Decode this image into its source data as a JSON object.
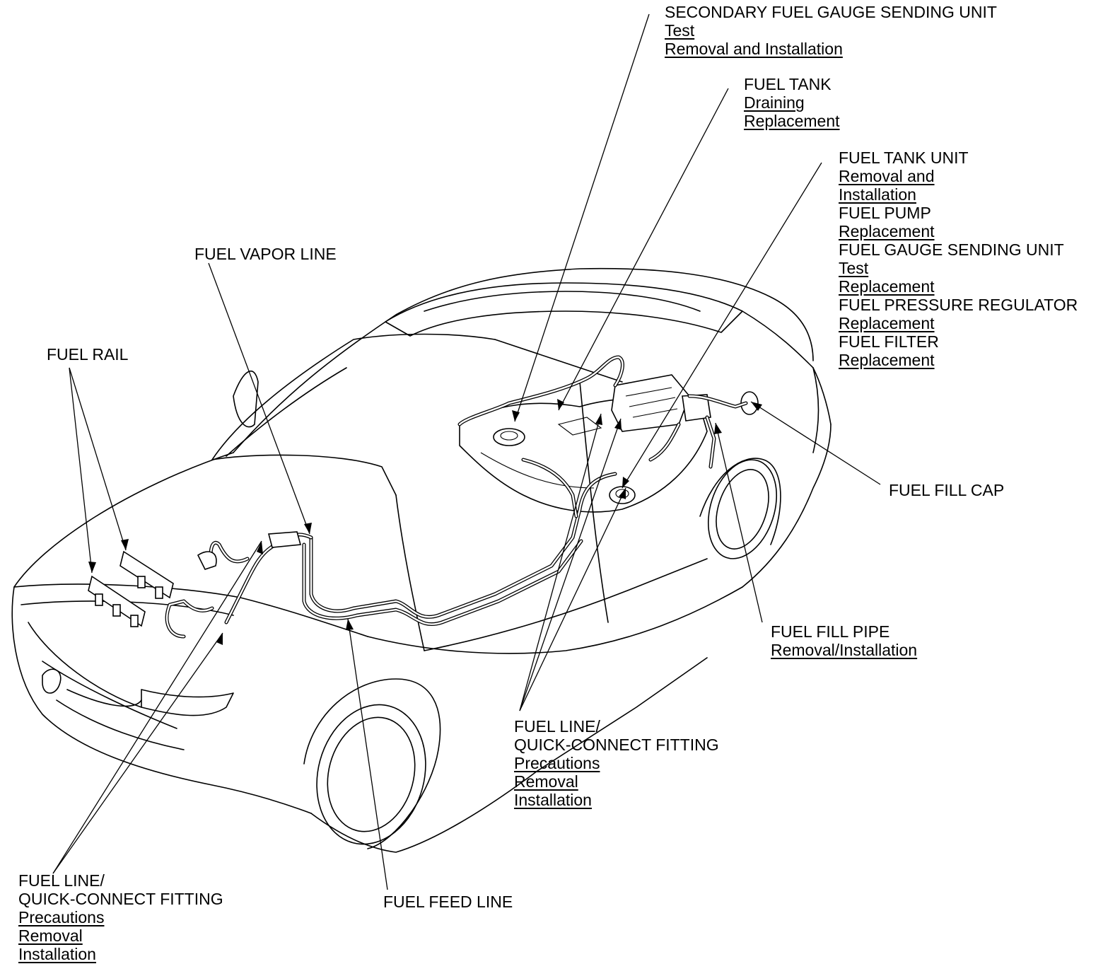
{
  "callouts": {
    "secondary_sender": {
      "title": "SECONDARY FUEL GAUGE SENDING UNIT",
      "links": [
        "Test",
        "Removal and Installation"
      ]
    },
    "fuel_tank": {
      "title": "FUEL TANK",
      "links": [
        "Draining",
        "Replacement"
      ]
    },
    "tank_unit": {
      "groups": [
        {
          "title": "FUEL TANK UNIT",
          "links": [
            "Removal and",
            "Installation"
          ]
        },
        {
          "title": "FUEL PUMP",
          "links": [
            "Replacement"
          ]
        },
        {
          "title": "FUEL GAUGE SENDING UNIT",
          "links": [
            "Test",
            "Replacement"
          ]
        },
        {
          "title": "FUEL PRESSURE REGULATOR",
          "links": [
            "Replacement"
          ]
        },
        {
          "title": "FUEL FILTER",
          "links": [
            "Replacement"
          ]
        }
      ]
    },
    "vapor_line": {
      "title": "FUEL VAPOR LINE"
    },
    "fuel_rail": {
      "title": "FUEL RAIL"
    },
    "fill_cap": {
      "title": "FUEL FILL CAP"
    },
    "fill_pipe": {
      "title": "FUEL FILL PIPE",
      "links": [
        "Removal/Installation"
      ]
    },
    "qc_rear": {
      "title1": "FUEL LINE/",
      "title2": "QUICK-CONNECT FITTING",
      "links": [
        "Precautions",
        "Removal",
        "Installation"
      ]
    },
    "qc_front": {
      "title1": "FUEL LINE/",
      "title2": "QUICK-CONNECT FITTING",
      "links": [
        "Precautions",
        "Removal",
        "Installation"
      ]
    },
    "feed_line": {
      "title": "FUEL FEED LINE"
    }
  },
  "colors": {
    "line": "#000000",
    "background": "#ffffff"
  }
}
